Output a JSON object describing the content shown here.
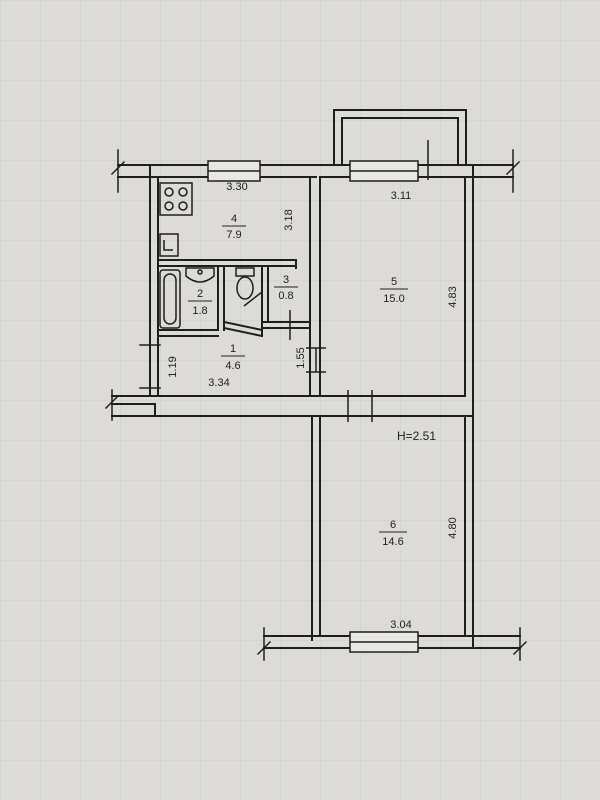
{
  "rooms": [
    {
      "number": "4",
      "area": "7.9"
    },
    {
      "number": "2",
      "area": "1.8"
    },
    {
      "number": "3",
      "area": "0.8"
    },
    {
      "number": "1",
      "area": "4.6"
    },
    {
      "number": "5",
      "area": "15.0"
    },
    {
      "number": "6",
      "area": "14.6"
    }
  ],
  "dimensions": {
    "kitchen_width": "3.30",
    "kitchen_depth": "3.18",
    "room5_width": "3.11",
    "room5_depth": "4.83",
    "hall_width": "3.34",
    "hall_depth": "1.19",
    "hall_side": "1.55",
    "room6_width": "3.04",
    "room6_depth": "4.80"
  },
  "ceiling_height": "H=2.51"
}
